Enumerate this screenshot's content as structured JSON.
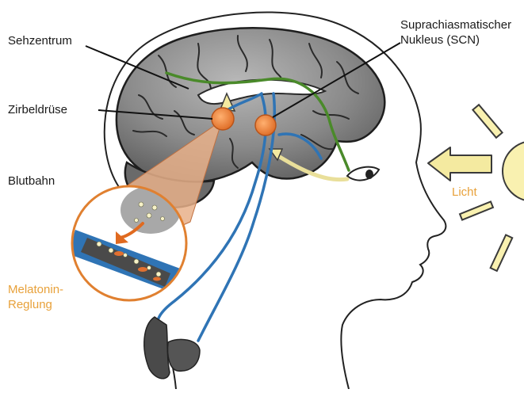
{
  "labels": {
    "sehzentrum": "Sehzentrum",
    "scn_line1": "Suprachiasmatischer",
    "scn_line2": "Nukleus (SCN)",
    "zirbeldruese": "Zirbeldrüse",
    "blutbahn": "Blutbahn",
    "melatonin_line1": "Melatonin-",
    "melatonin_line2": "Reglung",
    "licht": "Licht"
  },
  "colors": {
    "label_text": "#1a1a1a",
    "label_accent": "#e8a13a",
    "brain_fill": "#7d7d7d",
    "visual_pathway": "#4a8a2a",
    "nerve_blue": "#2f74b5",
    "gland_orange": "#f08a3a",
    "cone_fill": "#e8b08a",
    "light_arrow": "#f4eaa0",
    "sun": "#f9f1b0",
    "dark_tissue": "#4a4a4a"
  }
}
